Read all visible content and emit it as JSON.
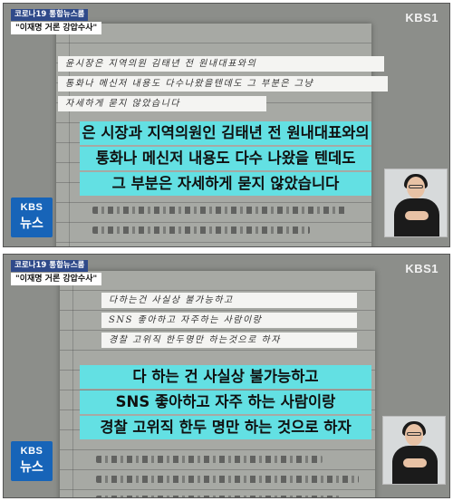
{
  "frames": [
    {
      "badge_line1": "코로나19 통합뉴스룸",
      "badge_line2": "\"이재명 거론 강압수사\"",
      "broadcaster": "KBS1",
      "handwritten": [
        "윤시장은 지역의원 김태년 전 원내대표와의",
        "통화나 메신저 내용도 다수나왔을텐데도 그 부분은 그냥",
        "자세하게 묻지 않았습니다"
      ],
      "captions": [
        "은 시장과 지역의원인 김태년 전 원내대표와의",
        "통화나 메신저 내용도 다수 나왔을 텐데도",
        "그 부분은 자세하게 묻지 않았습니다"
      ],
      "news_logo": {
        "line1": "KBS",
        "line2": "뉴스"
      }
    },
    {
      "badge_line1": "코로나19 통합뉴스룸",
      "badge_line2": "\"이재명 거론 강압수사\"",
      "broadcaster": "KBS1",
      "handwritten": [
        "다하는건 사실상 불가능하고",
        "SNS 좋아하고 자주하는 사람이랑",
        "경찰 고위직 한두명만 하는것으로 하자"
      ],
      "captions": [
        "다 하는 건 사실상 불가능하고",
        "SNS 좋아하고 자주 하는 사람이랑",
        "경찰 고위직 한두 명만 하는 것으로 하자"
      ],
      "news_logo": {
        "line1": "KBS",
        "line2": "뉴스"
      }
    }
  ],
  "colors": {
    "caption_bg": "#63e0e3",
    "logo_bg": "#1764b8",
    "badge_bg": "#2f4a8a"
  },
  "icons": {
    "news_logo": "kbs-news-logo",
    "interpreter": "sign-language-interpreter"
  }
}
